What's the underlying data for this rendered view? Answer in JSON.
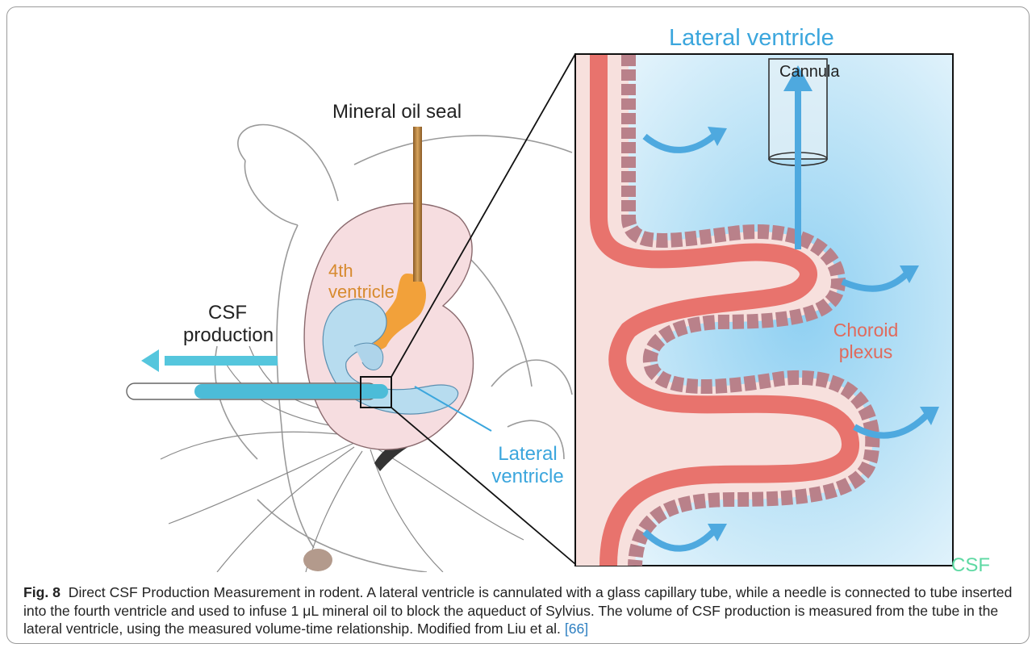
{
  "labels": {
    "lateral_ventricle_top": "Lateral ventricle",
    "cannula": "Cannula",
    "mineral_oil_seal": "Mineral oil seal",
    "fourth_ventricle": "4th ventricle",
    "csf_production": "CSF production",
    "choroid_plexus": "Choroid plexus",
    "lateral_ventricle_bottom": "Lateral ventricle",
    "csf": "CSF"
  },
  "caption": {
    "fig_label": "Fig. 8",
    "text": "Direct CSF Production Measurement in rodent. A lateral ventricle is cannulated with a glass capillary tube, while a needle is connected to tube inserted into the fourth ventricle and used to infuse 1 μL mineral oil to block the aqueduct of Sylvius. The volume of CSF production is measured from the tube in the lateral ventricle, using the measured volume-time relationship. Modified from Liu et al. ",
    "ref": "[66]"
  },
  "colors": {
    "csf_blue": "#3ba6dd",
    "oil_orange": "#f2a13a",
    "tissue_pink": "#f6dde0",
    "vessel_red": "#e8736d",
    "csf_green": "#5ed9a3"
  }
}
